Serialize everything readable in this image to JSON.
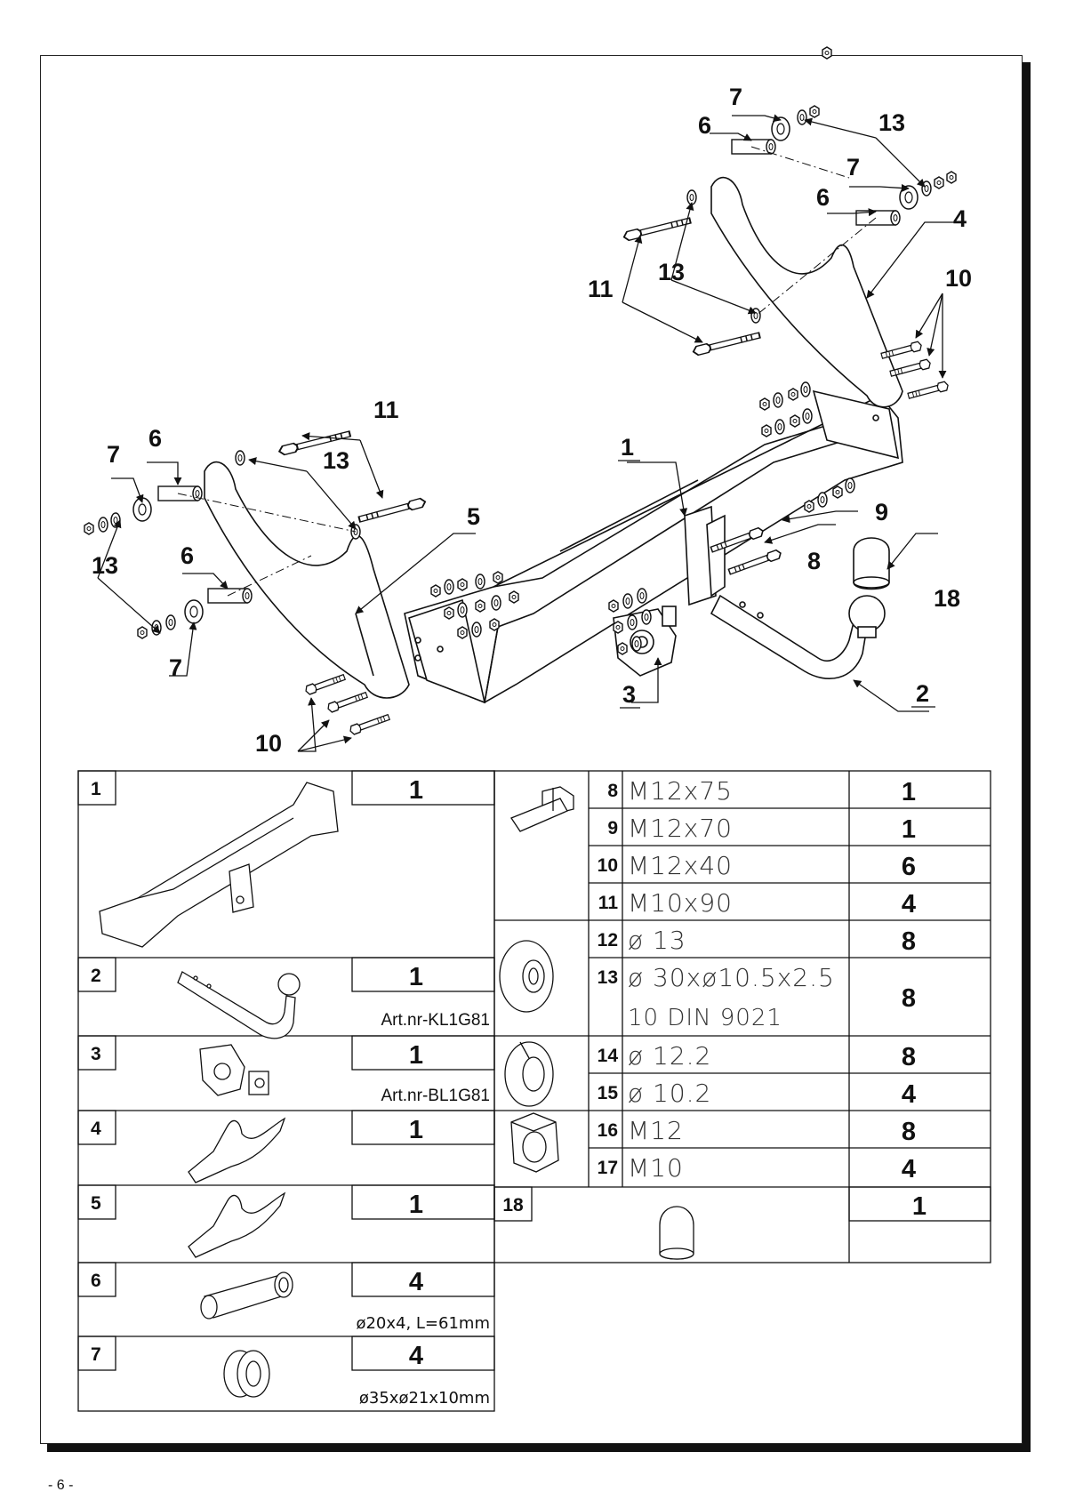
{
  "page_number": "- 6 -",
  "callouts": {
    "c1": "1",
    "c2": "2",
    "c3": "3",
    "c4": "4",
    "c5": "5",
    "c6a": "6",
    "c6b": "6",
    "c6c": "6",
    "c6d": "6",
    "c7a": "7",
    "c7b": "7",
    "c7c": "7",
    "c7d": "7",
    "c8": "8",
    "c9": "9",
    "c10a": "10",
    "c10b": "10",
    "c11a": "11",
    "c11b": "11",
    "c13a": "13",
    "c13b": "13",
    "c13c": "13",
    "c13d": "13",
    "c18": "18"
  },
  "parts_left": [
    {
      "no": "1",
      "qty": "1",
      "note": ""
    },
    {
      "no": "2",
      "qty": "1",
      "note": "Art.nr-KL1G81"
    },
    {
      "no": "3",
      "qty": "1",
      "note": "Art.nr-BL1G81"
    },
    {
      "no": "4",
      "qty": "1",
      "note": ""
    },
    {
      "no": "5",
      "qty": "1",
      "note": ""
    },
    {
      "no": "6",
      "qty": "4",
      "note": "ø20x4,  L=61mm"
    },
    {
      "no": "7",
      "qty": "4",
      "note": "ø35xø21x10mm"
    }
  ],
  "parts_right": [
    {
      "no": "8",
      "spec": "M12x75",
      "qty": "1"
    },
    {
      "no": "9",
      "spec": "M12x70",
      "qty": "1"
    },
    {
      "no": "10",
      "spec": "M12x40",
      "qty": "6"
    },
    {
      "no": "11",
      "spec": "M10x90",
      "qty": "4"
    },
    {
      "no": "12",
      "spec": "ø 13",
      "qty": "8"
    },
    {
      "no": "13",
      "spec": "ø 30xø10.5x2.5",
      "spec2": "10      DIN  9021",
      "qty": "8"
    },
    {
      "no": "14",
      "spec": "ø 12.2",
      "qty": "8"
    },
    {
      "no": "15",
      "spec": "ø 10.2",
      "qty": "4"
    },
    {
      "no": "16",
      "spec": "M12",
      "qty": "8"
    },
    {
      "no": "17",
      "spec": "M10",
      "qty": "4"
    },
    {
      "no": "18",
      "qty": "1"
    }
  ]
}
